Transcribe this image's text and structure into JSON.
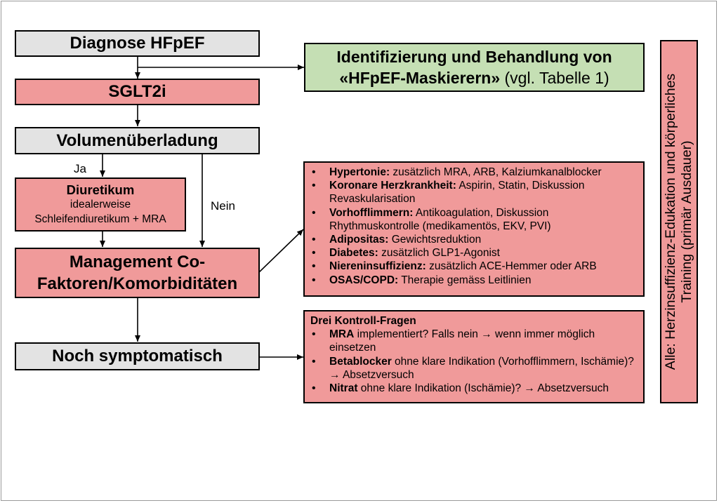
{
  "diagnose": "Diagnose HFpEF",
  "sglt2i": "SGLT2i",
  "volumen": "Volumenüberladung",
  "ja": "Ja",
  "nein": "Nein",
  "diuretikum": {
    "title": "Diuretikum",
    "line1": "idealerweise",
    "line2": "Schleifendiuretikum + MRA"
  },
  "management": {
    "line1": "Management Co-",
    "line2": "Faktoren/Komorbiditäten"
  },
  "noch": "Noch symptomatisch",
  "identifizierung": {
    "line1": "Identifizierung und Behandlung von",
    "line2_bold": "«HFpEF-Maskierern»",
    "line2_rest": " (vgl. Tabelle 1)"
  },
  "comorbidities": [
    {
      "bold": "Hypertonie:",
      "text": " zusätzlich MRA, ARB, Kalziumkanalblocker"
    },
    {
      "bold": "Koronare Herzkrankheit:",
      "text": " Aspirin, Statin, Diskussion Revaskularisation"
    },
    {
      "bold": "Vorhofflimmern:",
      "text": " Antikoagulation, Diskussion Rhythmuskontrolle (medikamentös, EKV, PVI)"
    },
    {
      "bold": "Adipositas:",
      "text": " Gewichtsreduktion"
    },
    {
      "bold": "Diabetes:",
      "text": " zusätzlich GLP1-Agonist"
    },
    {
      "bold": "Niereninsuffizienz:",
      "text": " zusätzlich ACE-Hemmer oder ARB"
    },
    {
      "bold": "OSAS/COPD:",
      "text": " Therapie gemäss Leitlinien"
    }
  ],
  "kontroll": {
    "title": "Drei Kontroll-Fragen",
    "items": [
      {
        "bold": "MRA",
        "text": " implementiert? Falls nein → wenn immer möglich einsetzen"
      },
      {
        "bold": "Betablocker",
        "text": " ohne klare Indikation (Vorhofflimmern, Ischämie)? → Absetzversuch"
      },
      {
        "bold": "Nitrat",
        "text": " ohne klare Indikation (Ischämie)? → Absetzversuch"
      }
    ]
  },
  "side": {
    "line1": "Alle: Herzinsuffizienz-Edukation und körperliches",
    "line2": "Training (primär Ausdauer)"
  },
  "colors": {
    "gray": "#e3e3e3",
    "pink": "#f09a9a",
    "green": "#c5dfb4"
  }
}
